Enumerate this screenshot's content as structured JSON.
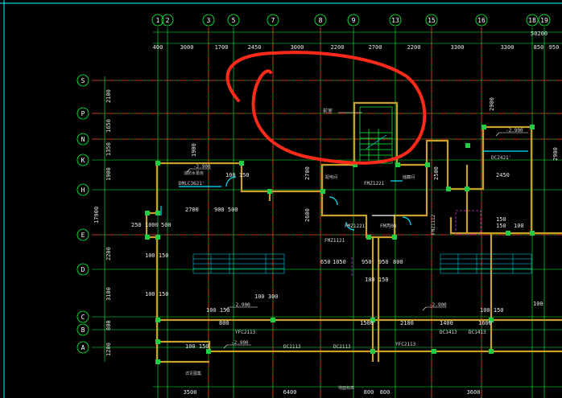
{
  "colors": {
    "background": "#000000",
    "grid": "#00ff3c",
    "axis_red": "#ff2020",
    "wall": "#c8a028",
    "fill_green": "#22cc44",
    "cyan": "#00e5ff",
    "text": "#ffffff",
    "markup_red": "#ff2a1a",
    "magenta": "#cc33cc",
    "ruler": "#00d4d4"
  },
  "grid_columns": [
    "1",
    "2",
    "3",
    "5",
    "7",
    "8",
    "9",
    "13",
    "15",
    "16",
    "18",
    "19"
  ],
  "grid_rows": [
    "S",
    "P",
    "N",
    "K",
    "H",
    "E",
    "D",
    "C",
    "B",
    "A"
  ],
  "top_dims": [
    "400",
    "3000",
    "1700",
    "2450",
    "3000",
    "2200",
    "2700",
    "2200",
    "3300",
    "3300",
    "850",
    "950"
  ],
  "top_total": "50200",
  "left_dims": [
    "2100",
    "1650",
    "1350",
    "1900",
    "17900",
    "2200",
    "3100",
    "800",
    "1200"
  ],
  "bottom_dims": [
    "3500",
    "6400",
    "800",
    "800",
    "3600"
  ],
  "labels": {
    "stair": "前室",
    "fmz_a": "FMZ1221",
    "fmz_b": "FMZ1221",
    "fmz_c": "FM丙08",
    "fmz_d": "FMZ1121",
    "fmz_e": "FMZ1112",
    "dml": "DMLC3621'",
    "dc2421": "DC2421'",
    "elev_a": "-2.900",
    "elev_b": "-2.900",
    "elev_c": "-2.900",
    "elev_d": "-2.900",
    "elev_e": "-2.900",
    "dc1413a": "DC1413",
    "dc1413b": "DC1413",
    "yfc_a": "YFC2113",
    "yfc_b": "YFC2113",
    "dc2113a": "DC2113",
    "dc2113b": "DC2113",
    "room_a": "消防水泵房",
    "room_b": "配电间",
    "room_c": "储藏间",
    "note_a": "详见图集",
    "note_b": "地面标高"
  },
  "inner_dims": {
    "d2700": "2700",
    "d900_500": "900 500",
    "d100_150_a": "100 150",
    "d100_150_b": "100 150",
    "d100_150_c": "100 150",
    "d250": "250",
    "d1000": "1000",
    "d500": "500",
    "d2450": "2450",
    "d650": "650",
    "d1050": "1050",
    "d950a": "950",
    "d950b": "950",
    "d800a": "800",
    "d800b": "800",
    "d100a": "100",
    "d100b": "100",
    "d1500": "1500",
    "d2100": "2100",
    "d1400": "1400",
    "d1600": "1600",
    "d2900": "2900",
    "d2500": "2500",
    "d2600": "2600",
    "d2700v": "2700",
    "d100_300": "100 300",
    "d100_150_d": "100 150",
    "d100_150_e": "100 150",
    "d100_150_f": "100 150",
    "d100_150_g": "100 150",
    "d1900": "1900",
    "d150a": "150",
    "d150b": "150",
    "d2900v": "2900"
  }
}
